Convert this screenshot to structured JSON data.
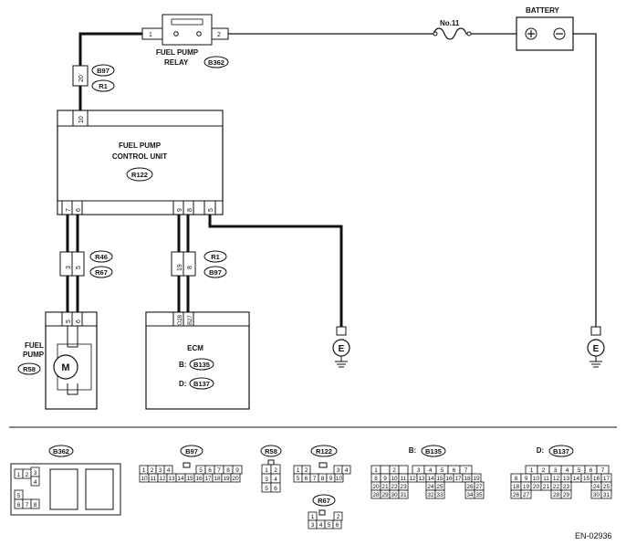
{
  "diagram": {
    "figure_id": "EN-02936",
    "components": {
      "relay": {
        "name": "FUEL PUMP",
        "name2": "RELAY",
        "connector": "B362",
        "pin_left": "1",
        "pin_right": "2"
      },
      "fuse": {
        "label": "No.11"
      },
      "battery": {
        "label": "BATTERY"
      },
      "control_unit": {
        "name": "FUEL PUMP",
        "name2": "CONTROL UNIT",
        "connector": "R122",
        "top_pin": "10",
        "bottom_pins": [
          "7",
          "6",
          "9",
          "8",
          "5"
        ]
      },
      "pump": {
        "name": "FUEL",
        "name2": "PUMP",
        "connector": "R58",
        "symbol": "M",
        "pins": [
          "5",
          "6"
        ]
      },
      "ecm": {
        "name": "ECM",
        "b_label": "B:",
        "b_connector": "B135",
        "d_label": "D:",
        "d_connector": "B137",
        "pins": [
          "D28",
          "B27"
        ]
      },
      "ground": {
        "symbol": "E"
      }
    },
    "inline_connectors": {
      "top": {
        "pin": "20",
        "codes": [
          "B97",
          "R1"
        ]
      },
      "pump_side": {
        "pins": [
          "3",
          "5"
        ],
        "codes": [
          "R46",
          "R67"
        ]
      },
      "ecm_side": {
        "pins": [
          "19",
          "8"
        ],
        "codes": [
          "R1",
          "B97"
        ]
      }
    },
    "connector_faces": {
      "b362": {
        "code": "B362",
        "rows": [
          [
            "1",
            "2",
            "3"
          ],
          [
            "4"
          ],
          [
            "5"
          ],
          [
            "6",
            "7",
            "8"
          ]
        ]
      },
      "b97": {
        "code": "B97",
        "row1": [
          "1",
          "2",
          "3",
          "4",
          "5",
          "6",
          "7",
          "8",
          "9"
        ],
        "row2": [
          "10",
          "11",
          "12",
          "13",
          "14",
          "15",
          "16",
          "17",
          "18",
          "19",
          "20"
        ]
      },
      "r58": {
        "code": "R58",
        "cells": [
          "1",
          "2",
          "3",
          "4",
          "5",
          "6"
        ]
      },
      "r122": {
        "code": "R122",
        "row1": [
          "1",
          "2",
          "3",
          "4"
        ],
        "row2": [
          "5",
          "6",
          "7",
          "8",
          "9",
          "10"
        ]
      },
      "r67": {
        "code": "R67",
        "row1": [
          "1",
          "2"
        ],
        "row2": [
          "3",
          "4",
          "5",
          "6"
        ]
      },
      "b135": {
        "prefix": "B:",
        "code": "B135",
        "row1": [
          "1",
          "2",
          "3",
          "4",
          "5",
          "6",
          "7"
        ],
        "row2": [
          "8",
          "9",
          "10",
          "11",
          "12",
          "13",
          "14",
          "15",
          "16",
          "17",
          "18",
          "19"
        ],
        "row3": [
          "20",
          "21",
          "22",
          "23",
          "24",
          "25",
          "26",
          "27"
        ],
        "row4": [
          "28",
          "29",
          "30",
          "31",
          "32",
          "33",
          "34",
          "35"
        ]
      },
      "b137": {
        "prefix": "D:",
        "code": "B137",
        "row1": [
          "1",
          "2",
          "3",
          "4",
          "5",
          "6",
          "7"
        ],
        "row2": [
          "8",
          "9",
          "10",
          "11",
          "12",
          "13",
          "14",
          "15",
          "16",
          "17"
        ],
        "row3": [
          "18",
          "19",
          "20",
          "21",
          "22",
          "23",
          "24",
          "25"
        ],
        "row4": [
          "26",
          "27",
          "28",
          "29",
          "30",
          "31"
        ]
      }
    }
  }
}
